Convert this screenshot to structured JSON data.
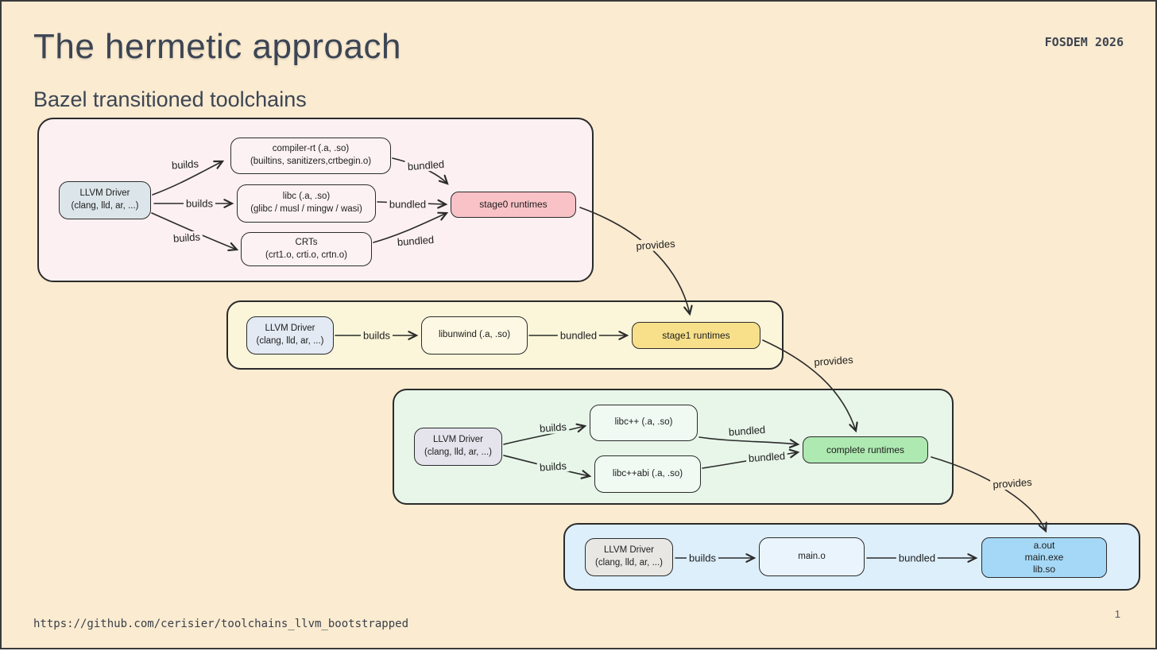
{
  "slide": {
    "title": "The hermetic approach",
    "subtitle": "Bazel transitioned toolchains",
    "event": "FOSDEM 2026",
    "footer_url": "https://github.com/cerisier/toolchains_llvm_bootstrapped",
    "page_number": "1"
  },
  "labels": {
    "builds": "builds",
    "bundled": "bundled",
    "provides": "provides"
  },
  "driver": {
    "line1": "LLVM Driver",
    "line2": "(clang, lld, ar, ...)"
  },
  "stage0": {
    "compiler_rt": {
      "line1": "compiler-rt (.a, .so)",
      "line2": "(builtins, sanitizers,crtbegin.o)"
    },
    "libc": {
      "line1": "libc (.a, .so)",
      "line2": "(glibc / musl / mingw / wasi)"
    },
    "crts": {
      "line1": "CRTs",
      "line2": "(crt1.o, crti.o, crtn.o)"
    },
    "result": "stage0 runtimes"
  },
  "stage1": {
    "libunwind": "libunwind (.a, .so)",
    "result": "stage1 runtimes"
  },
  "stage2": {
    "libcxx": "libc++ (.a, .so)",
    "libcxxabi": "libc++abi (.a, .so)",
    "result": "complete runtimes"
  },
  "final": {
    "main_o": "main.o",
    "result": {
      "line1": "a.out",
      "line2": "main.exe",
      "line3": "lib.so"
    }
  },
  "colors": {
    "background": "#FAEBD1",
    "stage0_container": "#FCF0F2",
    "stage1_container": "#FBF6DA",
    "stage2_container": "#E7F6E9",
    "final_container": "#DDEFFB",
    "stage0_result": "#F9C2C7",
    "stage1_result": "#F8E08A",
    "stage2_result": "#AEE9B1",
    "final_result": "#A5D8F6",
    "stroke": "#2b2b2b"
  }
}
